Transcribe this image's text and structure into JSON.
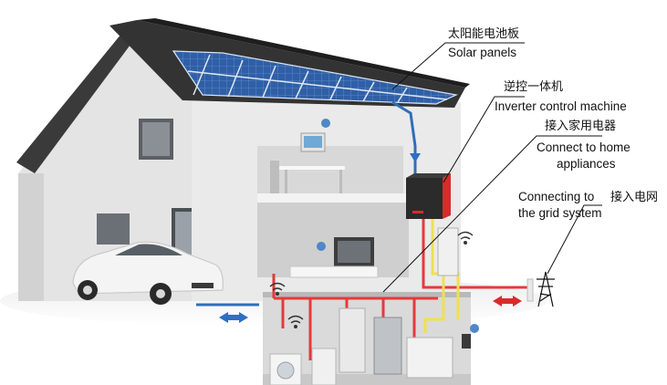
{
  "labels": {
    "solar_zh": "太阳能电池板",
    "solar_en": "Solar panels",
    "inverter_zh": "逆控一体机",
    "inverter_en": "Inverter control machine",
    "home_zh": "接入家用电器",
    "home_en_line1": "Connect to home",
    "home_en_line2": "appliances",
    "grid_en_line1": "Connecting to",
    "grid_en_line2": "the grid system",
    "grid_zh": "接入电网"
  },
  "colors": {
    "roof": "#3a3a3a",
    "panel": "#2e5ea8",
    "wall": "#e6e6e6",
    "inverter_body": "#2b2b2b",
    "inverter_accent": "#d92b2b",
    "ac_wire": "#e23b3b",
    "dc_wire": "#2f6fb6",
    "battery_wire": "#f0e050",
    "flow_arrow": "#2e6fc4"
  },
  "icons": [
    "solar-panel-icon",
    "inverter-icon",
    "car-icon",
    "transmission-tower-icon",
    "wifi-icon",
    "flow-arrow-icon"
  ]
}
